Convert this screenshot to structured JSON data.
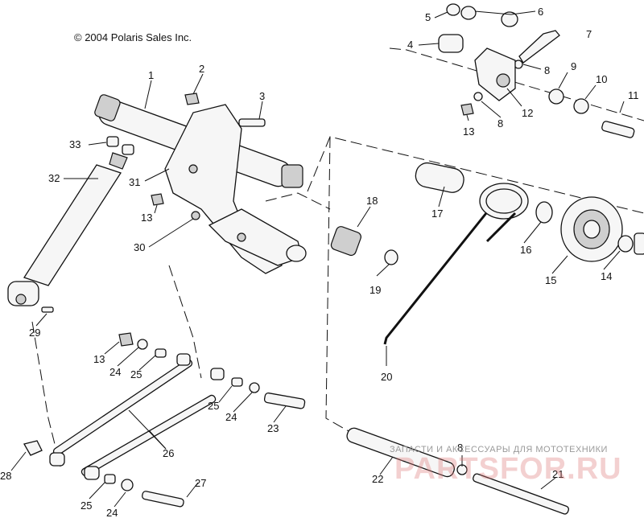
{
  "copyright": "© 2004 Polaris Sales Inc.",
  "watermark": {
    "tagline": "ЗАПАСТИ И АКСЕССУАРЫ ДЛЯ МОТОТЕХНИКИ",
    "logo": "PARTSFOR.RU"
  },
  "callouts": {
    "c1": "1",
    "c2": "2",
    "c3": "3",
    "c4": "4",
    "c5": "5",
    "c6": "6",
    "c7": "7",
    "c8a": "8",
    "c8b": "8",
    "c8c": "8",
    "c9": "9",
    "c10": "10",
    "c11": "11",
    "c12": "12",
    "c13a": "13",
    "c13b": "13",
    "c13c": "13",
    "c14": "14",
    "c15": "15",
    "c16": "16",
    "c17": "17",
    "c18": "18",
    "c19": "19",
    "c20": "20",
    "c21": "21",
    "c22": "22",
    "c23": "23",
    "c24a": "24",
    "c24b": "24",
    "c24c": "24",
    "c25a": "25",
    "c25b": "25",
    "c25c": "25",
    "c26": "26",
    "c27": "27",
    "c28": "28",
    "c29": "29",
    "c30": "30",
    "c31": "31",
    "c32": "32",
    "c33": "33"
  }
}
